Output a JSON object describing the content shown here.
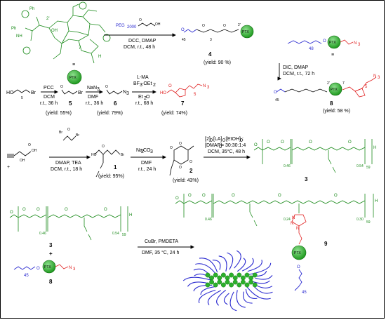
{
  "colors": {
    "green": "#1a8a1a",
    "red": "#e02020",
    "blue": "#2a2ad0",
    "ball": "#2bb02b"
  },
  "ptx": "PTX",
  "n3": "N",
  "n3sub": "3",
  "step1": {
    "reagent_peg": "PEG",
    "peg_sub": "2000",
    "line2": "DCC, DMAP",
    "line3": "DCM, r.t., 48 h",
    "product": "4",
    "yield": "(yield: 90 %)"
  },
  "step2": {
    "line1": "DIC, DMAP",
    "line2": "DCM, r.t., 72 h",
    "product": "8",
    "yield": "(yield: 58 %)"
  },
  "bromide": {
    "prefix": "HO",
    "sub": "5",
    "suffix": "Br"
  },
  "pcc": {
    "line1": "PCC",
    "line2": "DCM",
    "line3": "r.t., 36 h",
    "product": "5",
    "yield": "(yield: 55%)"
  },
  "nan3": {
    "line1": "NaN",
    "sub": "3",
    "line2": "DMF",
    "line3": "r.t., 36 h",
    "product": "6",
    "yield": "(yield: 79%)"
  },
  "lma": {
    "line1": "L-MA",
    "line2": "BF",
    "line2b": "3",
    "line2c": "·OEt",
    "line2d": "2",
    "line3": "Et",
    "line3b": "2",
    "line3c": "O",
    "line4": "r.t., 68 h",
    "product": "7",
    "yield": "(yield: 74%)"
  },
  "dmap_tea": {
    "line1": "DMAP, TEA",
    "line2": "DCM, r.t., 18 h"
  },
  "na2co3": {
    "line1": "Na",
    "sub1": "2",
    "mid": "CO",
    "sub2": "3",
    "line2": "DMF",
    "line3": "r.t., 24 h"
  },
  "poly_cond": {
    "line1": "[2]",
    "line1b": "0",
    "line1c": ":[LA]",
    "line1d": "0",
    "line1e": ":[EtOH]",
    "line1f": "0",
    "line1g": ":",
    "line2": "[DMAP]",
    "line2b": "0",
    "line2c": "= 30:30:1:4",
    "line3": "DCM, 35°C, 48 h"
  },
  "labels": {
    "c1": "1",
    "c1yield": "(yield: 95%)",
    "c2": "2",
    "c2yield": "(yield: 43%)",
    "c3": "3",
    "c3b": "3",
    "c8b": "8",
    "c9": "9",
    "plus": "+"
  },
  "click": {
    "line1": "CuBr, PMDETA",
    "line2": "DMF, 35 °C, 24 h"
  },
  "subs": {
    "n45": "45",
    "n48": "48",
    "n5": "5",
    "n046": "0.46",
    "n054": "0.54",
    "n59": "59",
    "n024": "0.24",
    "n030": "0.30",
    "n2": "2",
    "n2prime": "2'",
    "n7": "7",
    "n3": "3",
    "nn45": "45"
  },
  "atoms": {
    "O": "O",
    "H": "H",
    "Br": "Br",
    "OH": "OH",
    "HO": "HO",
    "N": "N",
    "Ph": "Ph",
    "NH": "NH",
    "O_eq": "=O"
  }
}
